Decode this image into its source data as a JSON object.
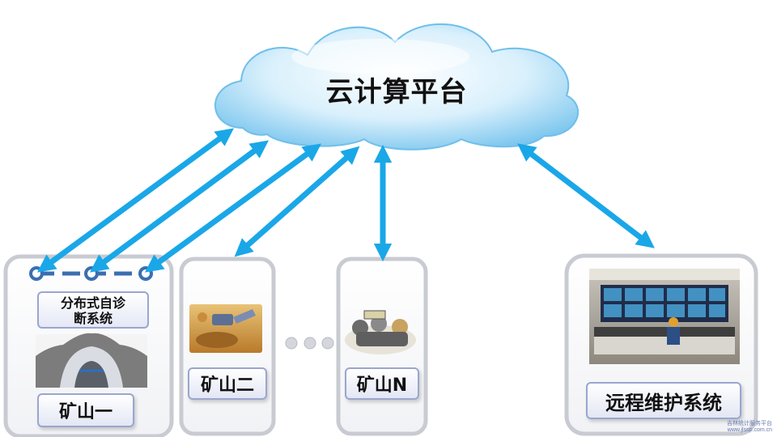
{
  "cloud": {
    "label": "云计算平台"
  },
  "mines": [
    {
      "label": "矿山一",
      "sub_label_lines": [
        "分布式自诊",
        "断系统"
      ]
    },
    {
      "label": "矿山二"
    },
    {
      "label": "矿山N"
    }
  ],
  "remote": {
    "label": "远程维护系统"
  },
  "watermark": {
    "line1": "吉林统计服务平台",
    "line2": "www.jlssp.com.cn"
  },
  "colors": {
    "arrow": "#1aa7e8",
    "frame": "#c9cbd2",
    "label_border": "#9aa6cf",
    "node": "#3b6fb0"
  }
}
